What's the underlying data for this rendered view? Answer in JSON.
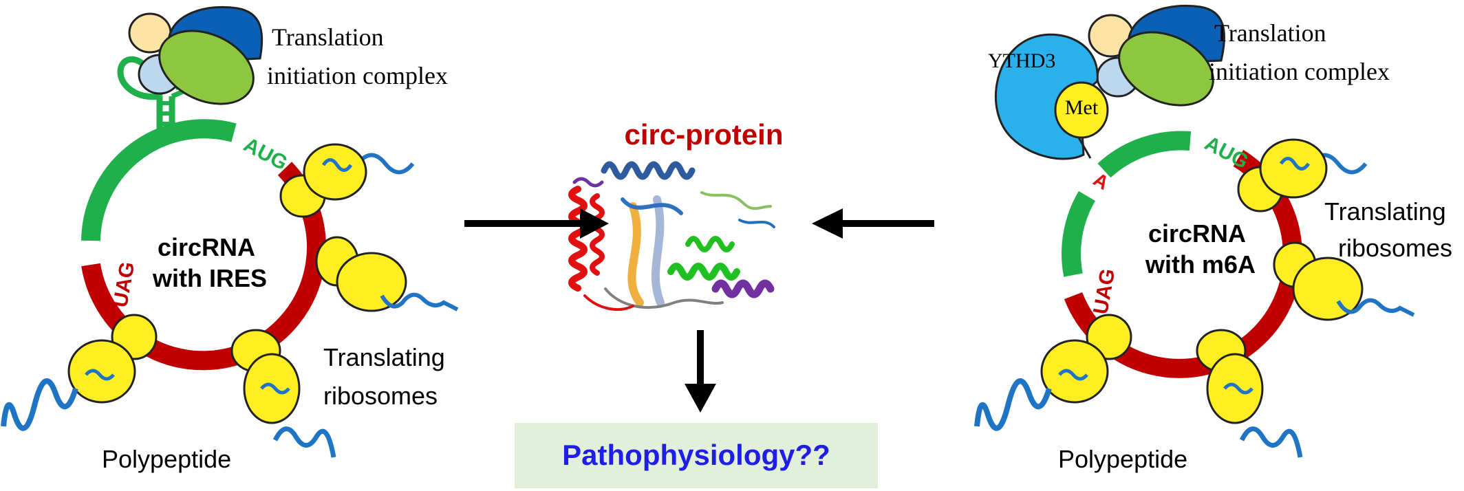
{
  "colors": {
    "rna_green": "#1fb04b",
    "rna_red": "#c00000",
    "ribosome_yellow": "#ffee22",
    "peptide_blue": "#1f74c4",
    "factor_dark_blue": "#0b5fb5",
    "factor_green": "#8dc63f",
    "factor_light_blue": "#bdd7ee",
    "factor_cream": "#fbe3a6",
    "ythd3_blue": "#2ab0ea",
    "title_red": "#c00000",
    "patho_blue": "#1e1ee6",
    "patho_box": "#e2efda"
  },
  "left": {
    "complex_label_line1": "Translation",
    "complex_label_line2": "initiation complex",
    "start_codon": "AUG",
    "stop_codon": "UAG",
    "circ_label_line1": "circRNA",
    "circ_label_line2": "with IRES",
    "ribosomes_label_line1": "Translating",
    "ribosomes_label_line2": "ribosomes",
    "peptide_label": "Polypeptide"
  },
  "center": {
    "title": "circ-protein",
    "outcome": "Pathophysiology??"
  },
  "right": {
    "reader_label": "YTHD3",
    "met_label": "Met",
    "m6a_base": "A",
    "complex_label_line1": "Translation",
    "complex_label_line2": "initiation complex",
    "start_codon": "AUG",
    "stop_codon": "UAG",
    "circ_label_line1": "circRNA",
    "circ_label_line2": "with m6A",
    "ribosomes_label_line1": "Translating",
    "ribosomes_label_line2": "ribosomes",
    "peptide_label": "Polypeptide"
  }
}
